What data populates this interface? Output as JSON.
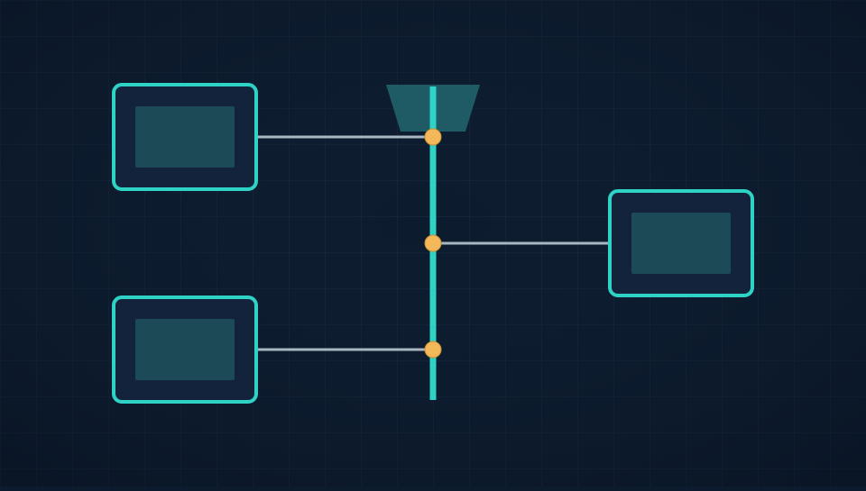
{
  "diagram": {
    "type": "bus-topology",
    "colors": {
      "background": "#0d1b2e",
      "grid": "#1a2d44",
      "accent": "#2ed3c6",
      "node_fill": "#13233c",
      "screen_fill": "#1c4a57",
      "connector": "#a9b7c2",
      "junction": "#f2b85a",
      "bus_head": "#1f5b65"
    },
    "nodes": [
      {
        "id": "node-top-left",
        "side": "left"
      },
      {
        "id": "node-right",
        "side": "right"
      },
      {
        "id": "node-bottom-left",
        "side": "left"
      }
    ],
    "bus": {
      "orientation": "vertical",
      "junction_count": 3
    }
  }
}
